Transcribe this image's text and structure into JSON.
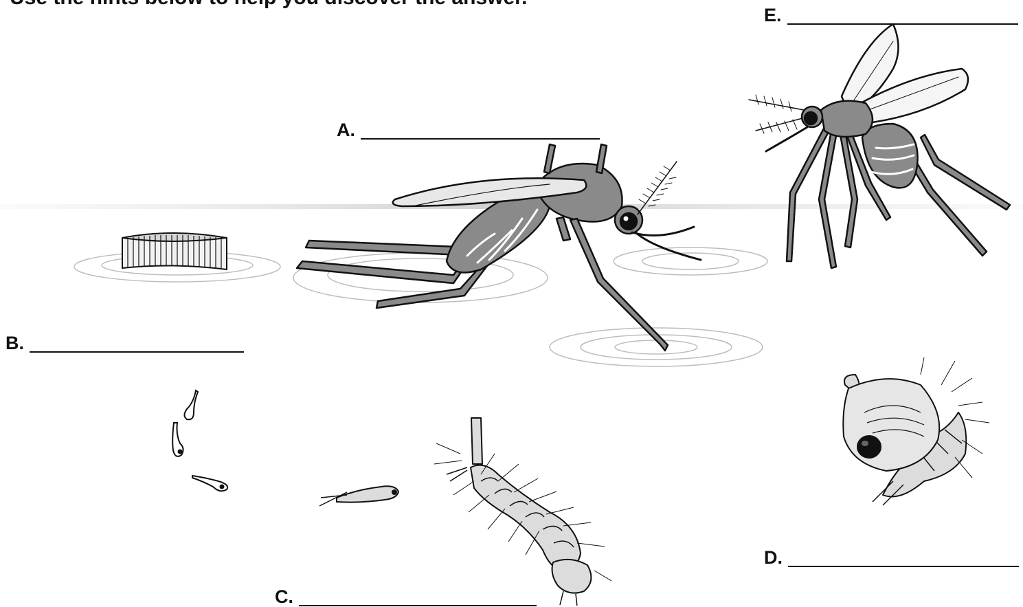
{
  "instructions": "Use the hints below to help you discover the answer.",
  "labels": {
    "a": "A.",
    "b": "B.",
    "c": "C.",
    "d": "D.",
    "e": "E."
  },
  "colors": {
    "line": "#111111",
    "mosquito_body": "#8a8a8a",
    "light_fill": "#dcdcdc",
    "water_line": "#cfcfcf"
  }
}
